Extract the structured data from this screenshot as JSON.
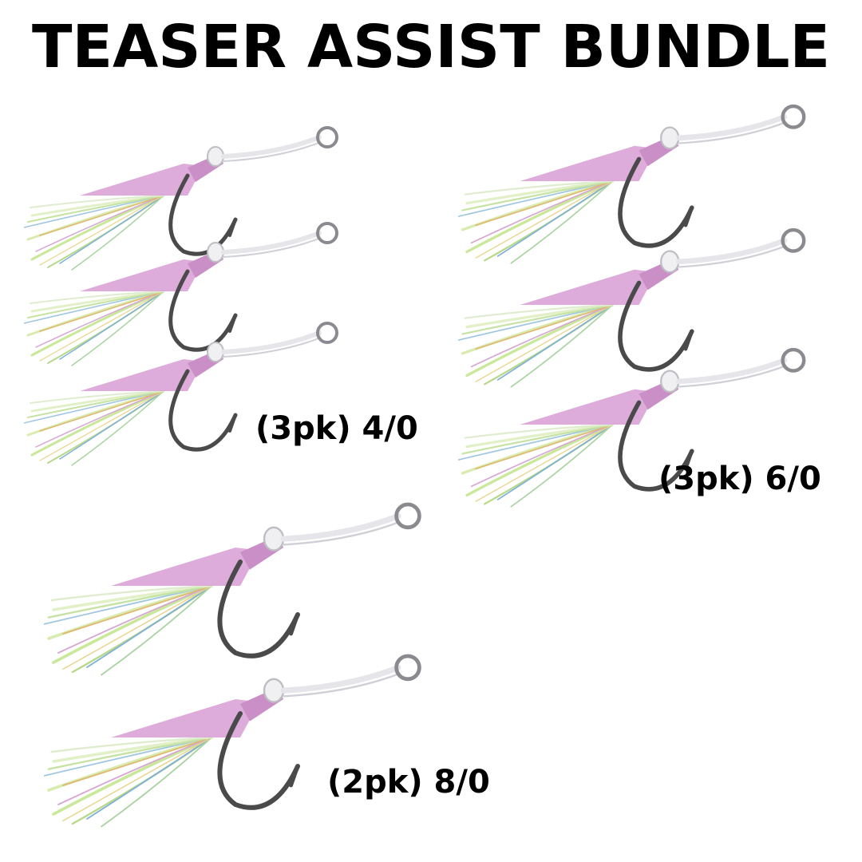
{
  "title": "TEASER ASSIST BUNDLE",
  "products": [
    {
      "label": "(3pk) 4/0",
      "count": 3
    },
    {
      "label": "(3pk) 6/0",
      "count": 3
    },
    {
      "label": "(2pk) 8/0",
      "count": 2
    }
  ],
  "icons": [
    "assist-hook-icon"
  ],
  "colors": {
    "skirt_pink": "#d9a3d6",
    "flash_green": "#cfe89a",
    "hook": "#4a4a4a",
    "line": "#e6e6ea"
  }
}
